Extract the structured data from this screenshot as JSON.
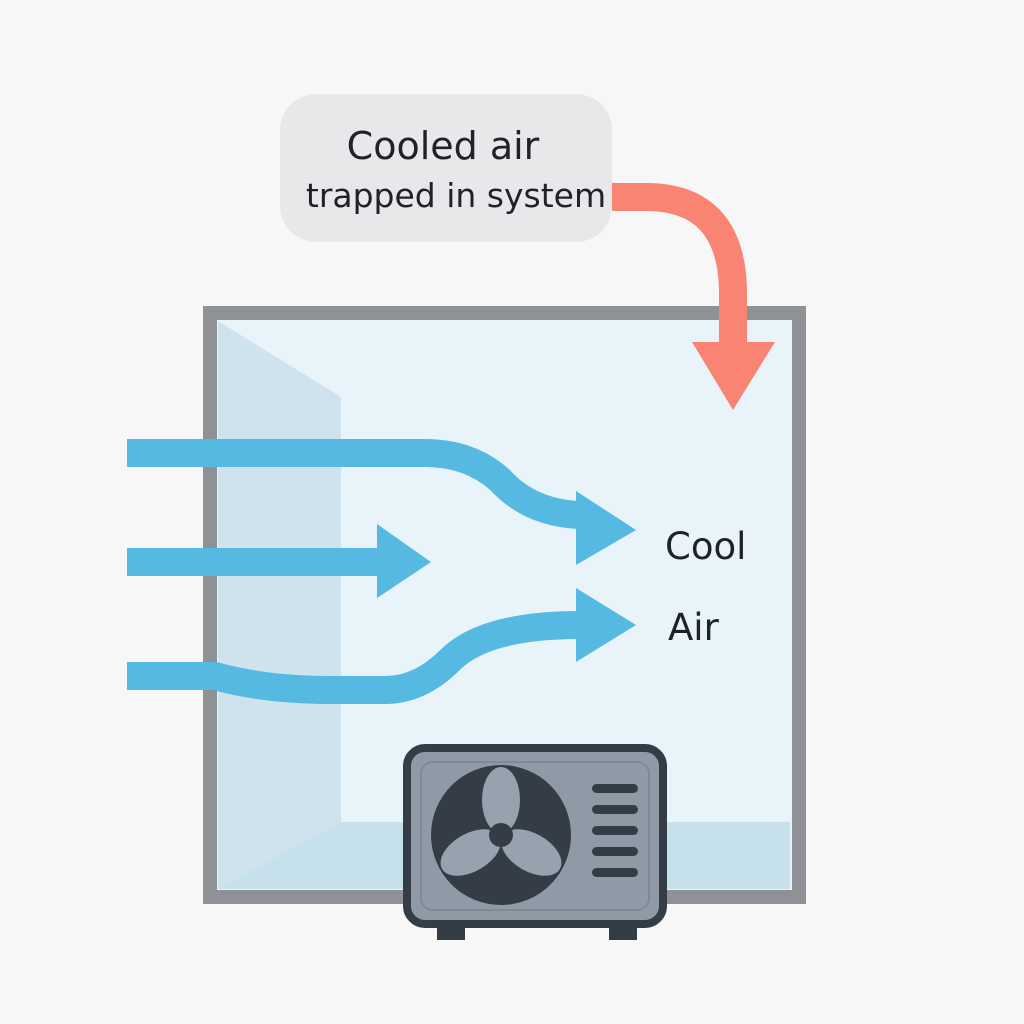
{
  "callout": {
    "line1": "Cooled air",
    "line2": "trapped in system"
  },
  "room_labels": {
    "cool": "Cool",
    "air": "Air"
  },
  "icons": {
    "trapped_arrow": "curved-down-arrow-icon",
    "unit_fan": "fan-icon",
    "unit_vents": "vent-grille-icon"
  },
  "colors": {
    "background": "#f7f7f7",
    "room_fill": "#e8f4fa",
    "room_wall": "#8e9196",
    "room_side_wall": "#cfe3ee",
    "room_floor": "#c6e0ec",
    "airflow": "#56b9e2",
    "trapped_arrow": "#f98473",
    "callout_fill": "#e8e8ea",
    "unit_body": "#8f9aa6",
    "unit_outline": "#343c46",
    "fan_blade": "#96a2ad",
    "text": "#1f2328"
  }
}
